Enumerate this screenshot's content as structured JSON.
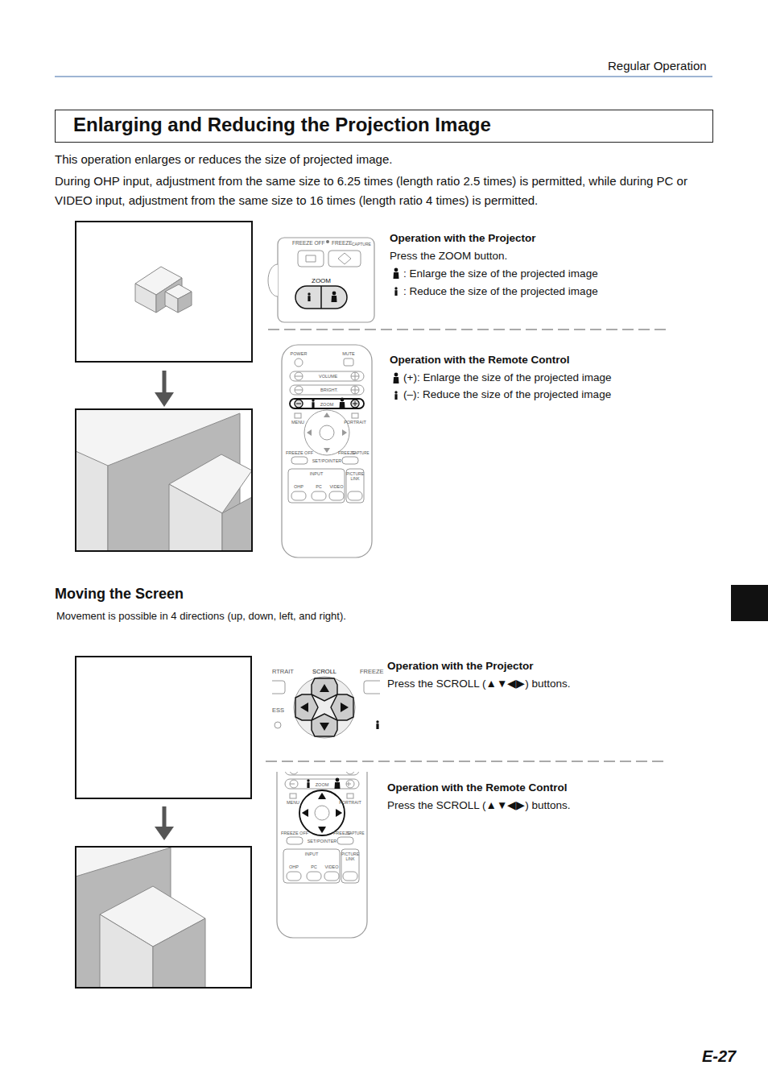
{
  "diagram": {
    "title": "Enlarging and Reducing the Projection Image",
    "labels": [
      "Regular Operation",
      "This operation enlarges or reduces the size of projected image.",
      "During OHP input, adjustment from the same size to 6.25 times (length ratio 2.5 times) is permitted, while during PC or VIDEO input, adjustment from the same size to 16 times (length ratio 4 times) is permitted.",
      "FREEZE OFF",
      "FREEZE",
      "CAPTURE",
      "ZOOM",
      "Operation with the Projector",
      "Press the ZOOM button.",
      ": Enlarge the size of the projected image",
      ": Reduce the size of the projected image",
      "POWER",
      "MUTE",
      "VOLUME",
      "BRIGHT.",
      "ZOOM",
      "MENU",
      "PORTRAIT",
      "FREEZE OFF",
      "FREEZE",
      "CAPTURE",
      "SET/POINTER",
      "INPUT",
      "OHP",
      "PC",
      "VIDEO",
      "PICTURE LINK",
      "Operation with the Remote Control",
      "(+): Enlarge the size of the projected image",
      "(–): Reduce the size of the projected image",
      "Moving the Screen",
      "Movement is possible in 4 directions (up, down, left, and right).",
      "RTRAIT",
      "SCROLL",
      "FREEZE",
      "ESS",
      "Operation with the Projector",
      "Press the SCROLL (▲▼◀▶) buttons.",
      "ZOOM",
      "MENU",
      "PORTRAIT",
      "FREEZE OFF",
      "FREEZE",
      "CAPTURE",
      "SET/POINTER",
      "INPUT",
      "OHP",
      "PC",
      "VIDEO",
      "PICTURE LINK",
      "Operation with the Remote Control",
      "Press the SCROLL (▲▼◀▶) buttons.",
      "E-27"
    ]
  }
}
